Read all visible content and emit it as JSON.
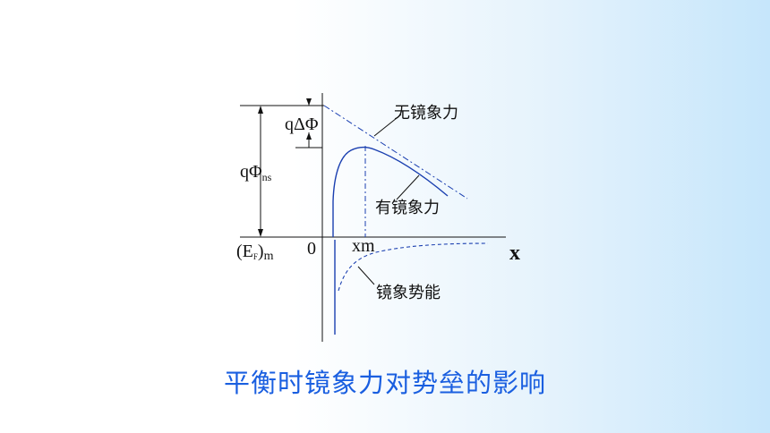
{
  "labels": {
    "q_delta_phi": "qΔΦ",
    "q_phi": "qΦ",
    "q_phi_sub": "ns",
    "fermi_open": "(E",
    "fermi_sub": "F",
    "fermi_close": ")",
    "fermi_m": "m",
    "origin": "0",
    "xm": "xm",
    "x_axis": "x",
    "no_image_force": "无镜象力",
    "with_image_force": "有镜象力",
    "image_potential": "镜象势能"
  },
  "caption": "平衡时镜象力对势垒的影响",
  "colors": {
    "curve": "#1a3fb0",
    "lines": "#111111",
    "caption": "#1a5fe0"
  }
}
